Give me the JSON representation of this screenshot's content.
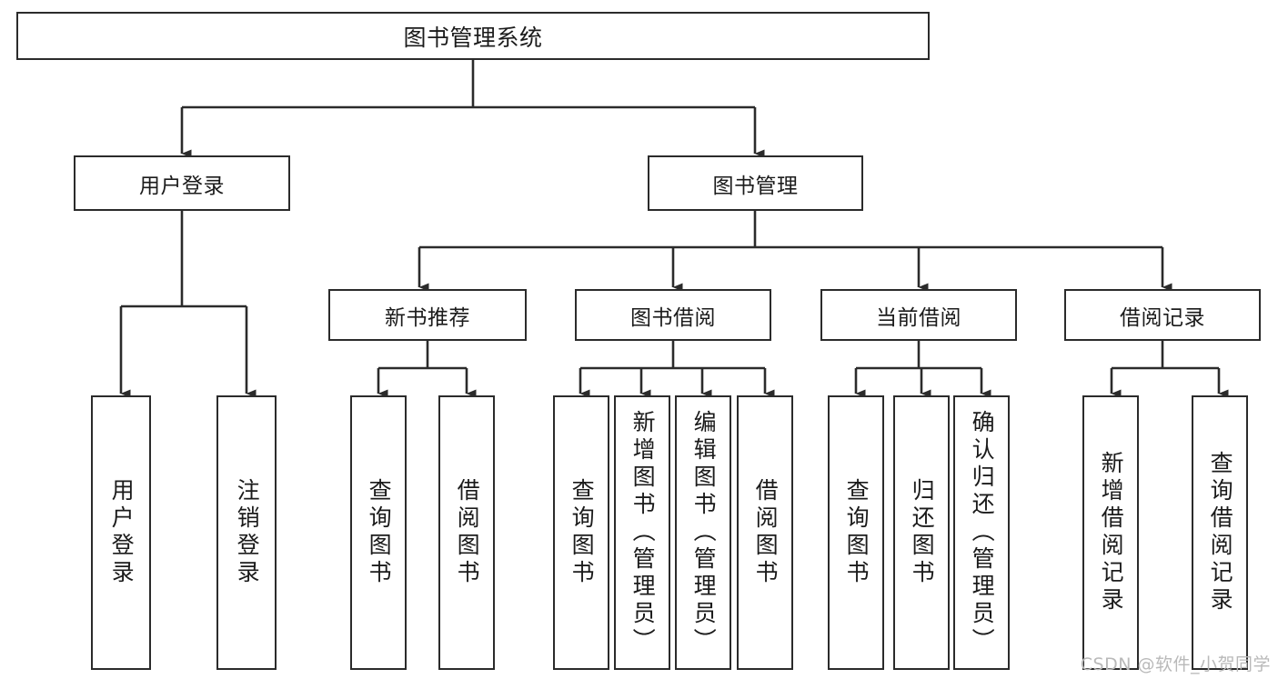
{
  "diagram": {
    "title": "图书管理系统",
    "type": "tree-structure-chart",
    "background_color": "#ffffff",
    "line_color": "#2b2b2b",
    "text_color": "#1b1b1b"
  },
  "root": {
    "label": "图书管理系统"
  },
  "level2": [
    {
      "label": "用户登录"
    },
    {
      "label": "图书管理"
    }
  ],
  "level3": [
    {
      "label": "新书推荐"
    },
    {
      "label": "图书借阅"
    },
    {
      "label": "当前借阅"
    },
    {
      "label": "借阅记录"
    }
  ],
  "leaves": {
    "user_login": [
      {
        "label": "用户登录"
      },
      {
        "label": "注销登录"
      }
    ],
    "new_book": [
      {
        "label": "查询图书"
      },
      {
        "label": "借阅图书"
      }
    ],
    "borrow_book": [
      {
        "label": "查询图书"
      },
      {
        "label": "新增图书（管理员）"
      },
      {
        "label": "编辑图书（管理员）"
      },
      {
        "label": "借阅图书"
      }
    ],
    "current_borrow": [
      {
        "label": "查询图书"
      },
      {
        "label": "归还图书"
      },
      {
        "label": "确认归还（管理员）"
      }
    ],
    "borrow_record": [
      {
        "label": "新增借阅记录"
      },
      {
        "label": "查询借阅记录"
      }
    ]
  },
  "watermark": {
    "text": "CSDN @软件_小贺同学"
  }
}
